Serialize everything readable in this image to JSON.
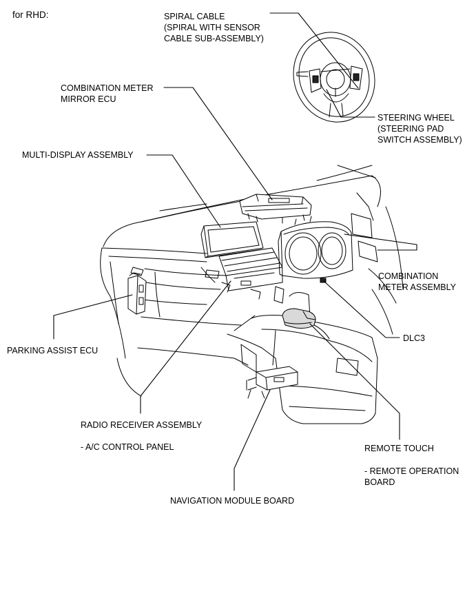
{
  "header": {
    "variant": "for RHD:"
  },
  "labels": {
    "spiral_cable": "SPIRAL CABLE\n(SPIRAL WITH SENSOR\nCABLE SUB-ASSEMBLY)",
    "steering_wheel": "STEERING WHEEL\n(STEERING PAD\nSWITCH ASSEMBLY)",
    "combination_meter_mirror_ecu": "COMBINATION METER\nMIRROR ECU",
    "multi_display_assembly": "MULTI-DISPLAY ASSEMBLY",
    "combination_meter_assembly": "COMBINATION\nMETER ASSEMBLY",
    "parking_assist_ecu": "PARKING ASSIST ECU",
    "dlc3": "DLC3",
    "radio_receiver_assembly": "RADIO RECEIVER ASSEMBLY",
    "ac_control_panel": "- A/C CONTROL PANEL",
    "remote_touch": "REMOTE TOUCH",
    "remote_operation_board": "- REMOTE OPERATION\nBOARD",
    "navigation_module_board": "NAVIGATION MODULE BOARD"
  }
}
